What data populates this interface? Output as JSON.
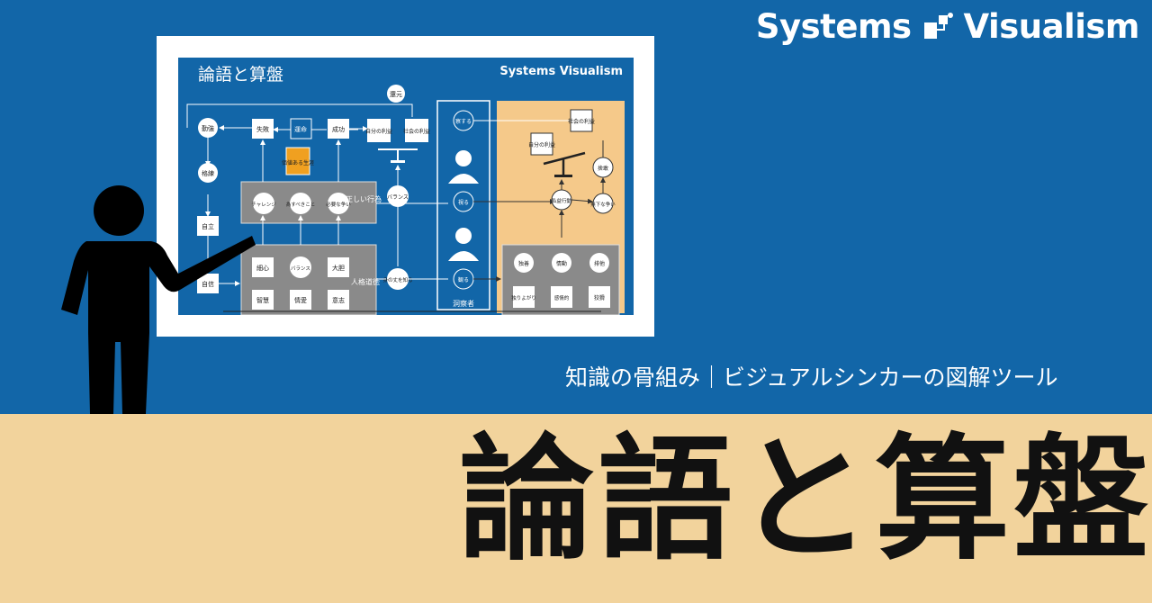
{
  "brand": {
    "left": "Systems",
    "right": "Visualism"
  },
  "tagline": "知識の骨組み｜ビジュアルシンカーの図解ツール",
  "main_title": "論語と算盤",
  "diagram": {
    "title": "論語と算盤",
    "brand": "Systems Visualism",
    "labels": {
      "effort": "勤強",
      "continue": "格練",
      "independence": "自立",
      "confidence": "自信",
      "failure": "失敗",
      "luck": "運命",
      "success": "成功",
      "value_life": "価値ある生涯",
      "return": "還元",
      "self_interest": "自分の利益",
      "social_interest": "社会の利益",
      "balance1": "バランス",
      "challenge": "チャレンジ",
      "should_do": "為すべきこと",
      "necessary_fight": "必要な争い",
      "right_action": "正しい行為",
      "care": "細心",
      "balance2": "バランス",
      "bold": "大胆",
      "know_self": "身の丈を知る",
      "wisdom": "智慧",
      "love": "情愛",
      "will": "意志",
      "character": "人格道徳",
      "observe_see": "察する",
      "view": "視る",
      "watch": "観る",
      "observer": "洞察者",
      "self_interest2": "自分の利益",
      "social_interest2": "社会の利益",
      "selfish_action": "私益行動",
      "bravado": "捨敢",
      "reckless_fight": "無下な争い",
      "dogmatic": "独善",
      "emotion": "情動",
      "exclusive": "排他",
      "arrogance": "独りよがり",
      "emotional": "感情的",
      "cunning": "狡猾"
    }
  },
  "colors": {
    "blue": "#1266a8",
    "sand": "#f2d39c",
    "panel_tan": "#f5c98a",
    "gray": "#8a8a8a",
    "orange": "#f0a020"
  }
}
